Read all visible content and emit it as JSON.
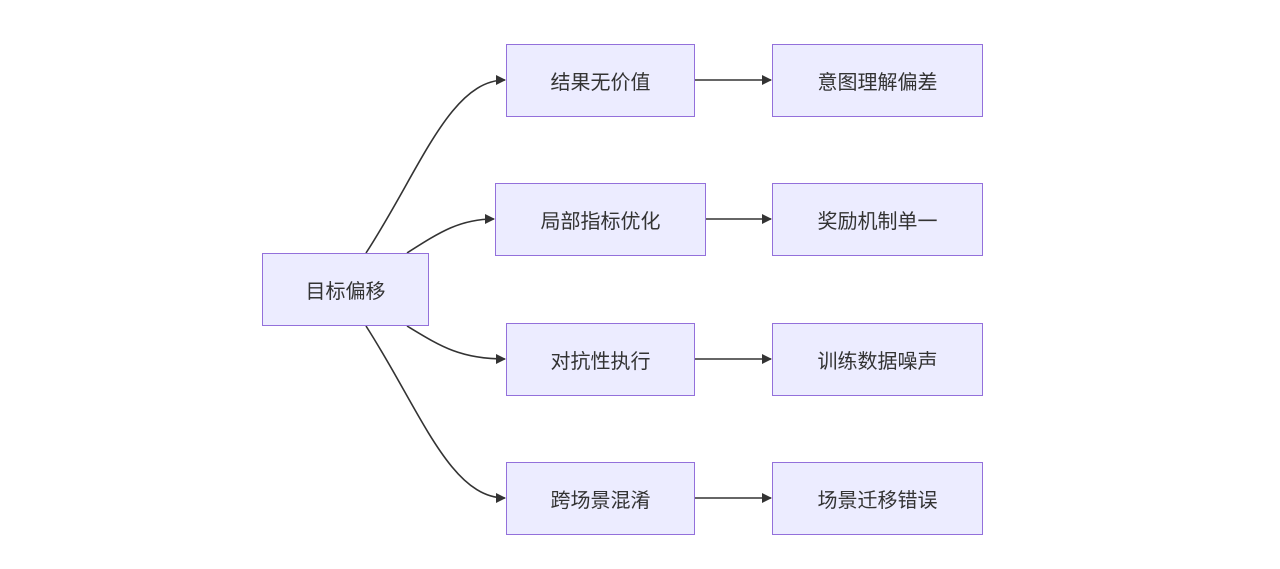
{
  "diagram": {
    "type": "flowchart",
    "direction": "left-to-right",
    "colors": {
      "node_fill": "#ececff",
      "node_border": "#9370db",
      "edge": "#333333",
      "text": "#333333"
    },
    "nodes": {
      "root": "目标偏移",
      "b1": "结果无价值",
      "b2": "局部指标优化",
      "b3": "对抗性执行",
      "b4": "跨场景混淆",
      "c1": "意图理解偏差",
      "c2": "奖励机制单一",
      "c3": "训练数据噪声",
      "c4": "场景迁移错误"
    },
    "edges": [
      [
        "root",
        "b1"
      ],
      [
        "root",
        "b2"
      ],
      [
        "root",
        "b3"
      ],
      [
        "root",
        "b4"
      ],
      [
        "b1",
        "c1"
      ],
      [
        "b2",
        "c2"
      ],
      [
        "b3",
        "c3"
      ],
      [
        "b4",
        "c4"
      ]
    ]
  }
}
